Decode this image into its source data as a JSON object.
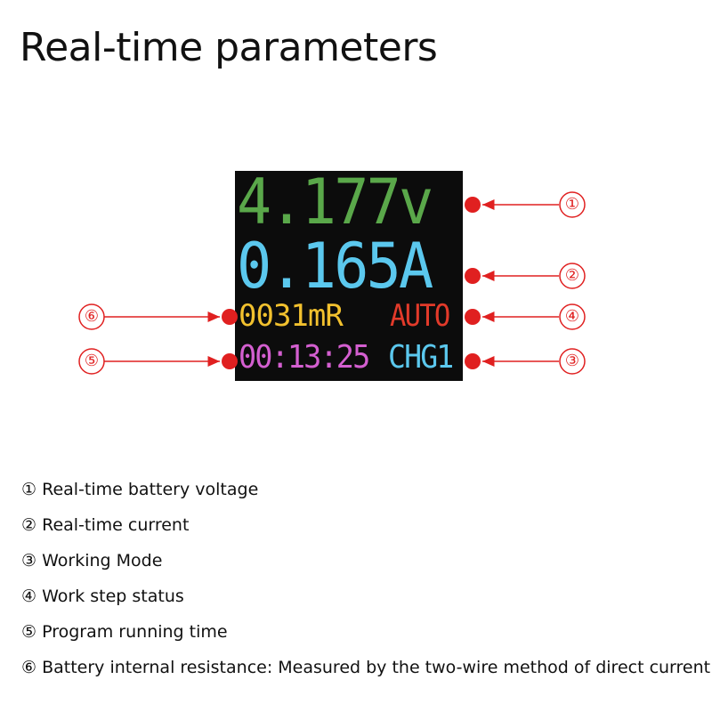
{
  "title": "Real-time parameters",
  "display": {
    "voltage": "4.177v",
    "current": "0.165A",
    "resistance": "0031mR",
    "step_status": "AUTO",
    "timer": "00:13:25",
    "mode": "CHG1",
    "colors": {
      "voltage": "#5aa84a",
      "current": "#5bc8ee",
      "resistance": "#f2c12e",
      "step_status": "#e23a2a",
      "timer": "#d45fd0",
      "mode": "#5bc8ee"
    }
  },
  "callouts": {
    "accent": "#e02020",
    "items": [
      "①",
      "②",
      "④",
      "③",
      "⑥",
      "⑤"
    ]
  },
  "legend": [
    {
      "num": "①",
      "text": "Real-time battery voltage"
    },
    {
      "num": "②",
      "text": "Real-time current"
    },
    {
      "num": "③",
      "text": "Working Mode"
    },
    {
      "num": "④",
      "text": "Work step status"
    },
    {
      "num": "⑤",
      "text": "Program running time"
    },
    {
      "num": "⑥",
      "text": "Battery internal resistance: Measured by the two-wire method of direct current"
    }
  ]
}
